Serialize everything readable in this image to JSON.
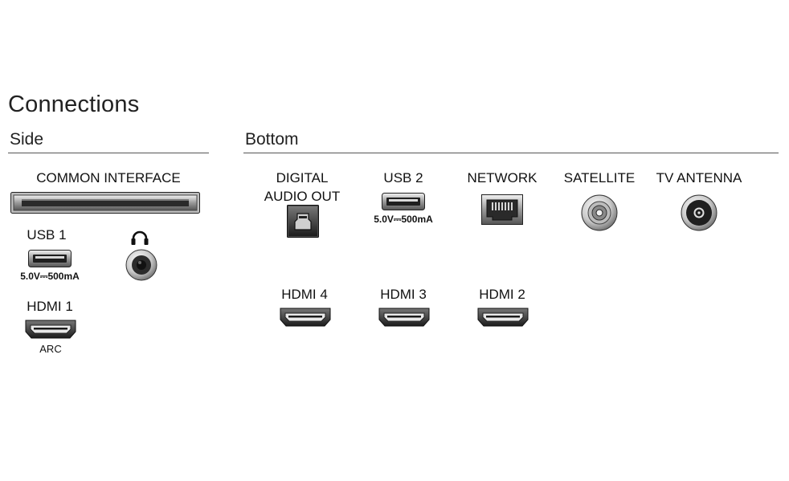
{
  "title": "Connections",
  "sections": {
    "side": {
      "label": "Side"
    },
    "bottom": {
      "label": "Bottom"
    }
  },
  "side_ports": {
    "common_interface": {
      "label": "COMMON INTERFACE"
    },
    "usb1": {
      "label": "USB 1",
      "rating": "5.0V⎓500mA"
    },
    "headphones": {
      "icon": "headphones-icon"
    },
    "hdmi1": {
      "label": "HDMI 1",
      "sublabel": "ARC"
    }
  },
  "bottom_ports": {
    "digital_audio_out": {
      "line1": "DIGITAL",
      "line2": "AUDIO OUT"
    },
    "usb2": {
      "label": "USB 2",
      "rating": "5.0V⎓500mA"
    },
    "network": {
      "label": "NETWORK"
    },
    "satellite": {
      "label": "SATELLITE"
    },
    "tv_antenna": {
      "label": "TV ANTENNA"
    },
    "hdmi4": {
      "label": "HDMI 4"
    },
    "hdmi3": {
      "label": "HDMI 3"
    },
    "hdmi2": {
      "label": "HDMI 2"
    }
  }
}
